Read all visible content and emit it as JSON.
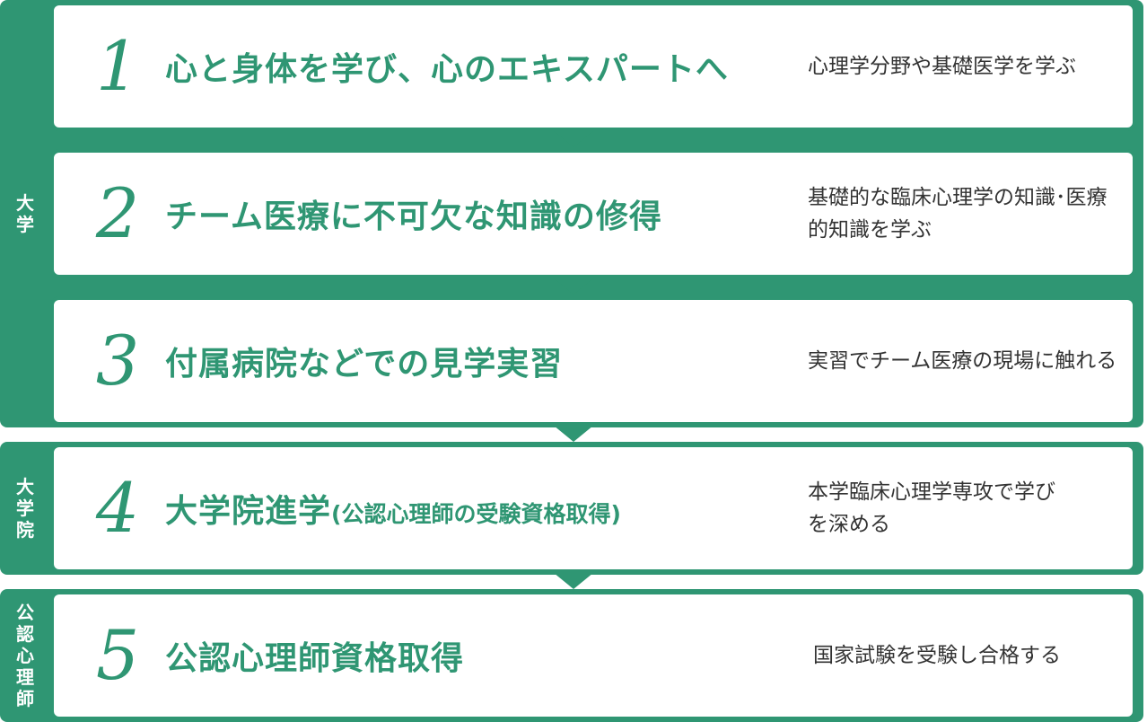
{
  "stages": [
    {
      "label": "大学"
    },
    {
      "label": "大学院"
    },
    {
      "label": "公認心理師"
    }
  ],
  "steps": [
    {
      "number": "1",
      "title": "心と身体を学び、心のエキスパートへ",
      "description": "心理学分野や基礎医学を学ぶ"
    },
    {
      "number": "2",
      "title": "チーム医療に不可欠な知識の修得",
      "description": "基礎的な臨床心理学の知識･医療的知識を学ぶ"
    },
    {
      "number": "3",
      "title": "付属病院などでの見学実習",
      "description": "実習でチーム医療の現場に触れる"
    },
    {
      "number": "4",
      "title": "大学院進学",
      "title_sub": "(公認心理師の受験資格取得)",
      "description": "本学臨床心理学専攻で学びを深める"
    },
    {
      "number": "5",
      "title": "公認心理師資格取得",
      "description": "国家試験を受験し合格する"
    }
  ],
  "colors": {
    "accent": "#2f9673",
    "text": "#333333",
    "background": "#ffffff"
  }
}
